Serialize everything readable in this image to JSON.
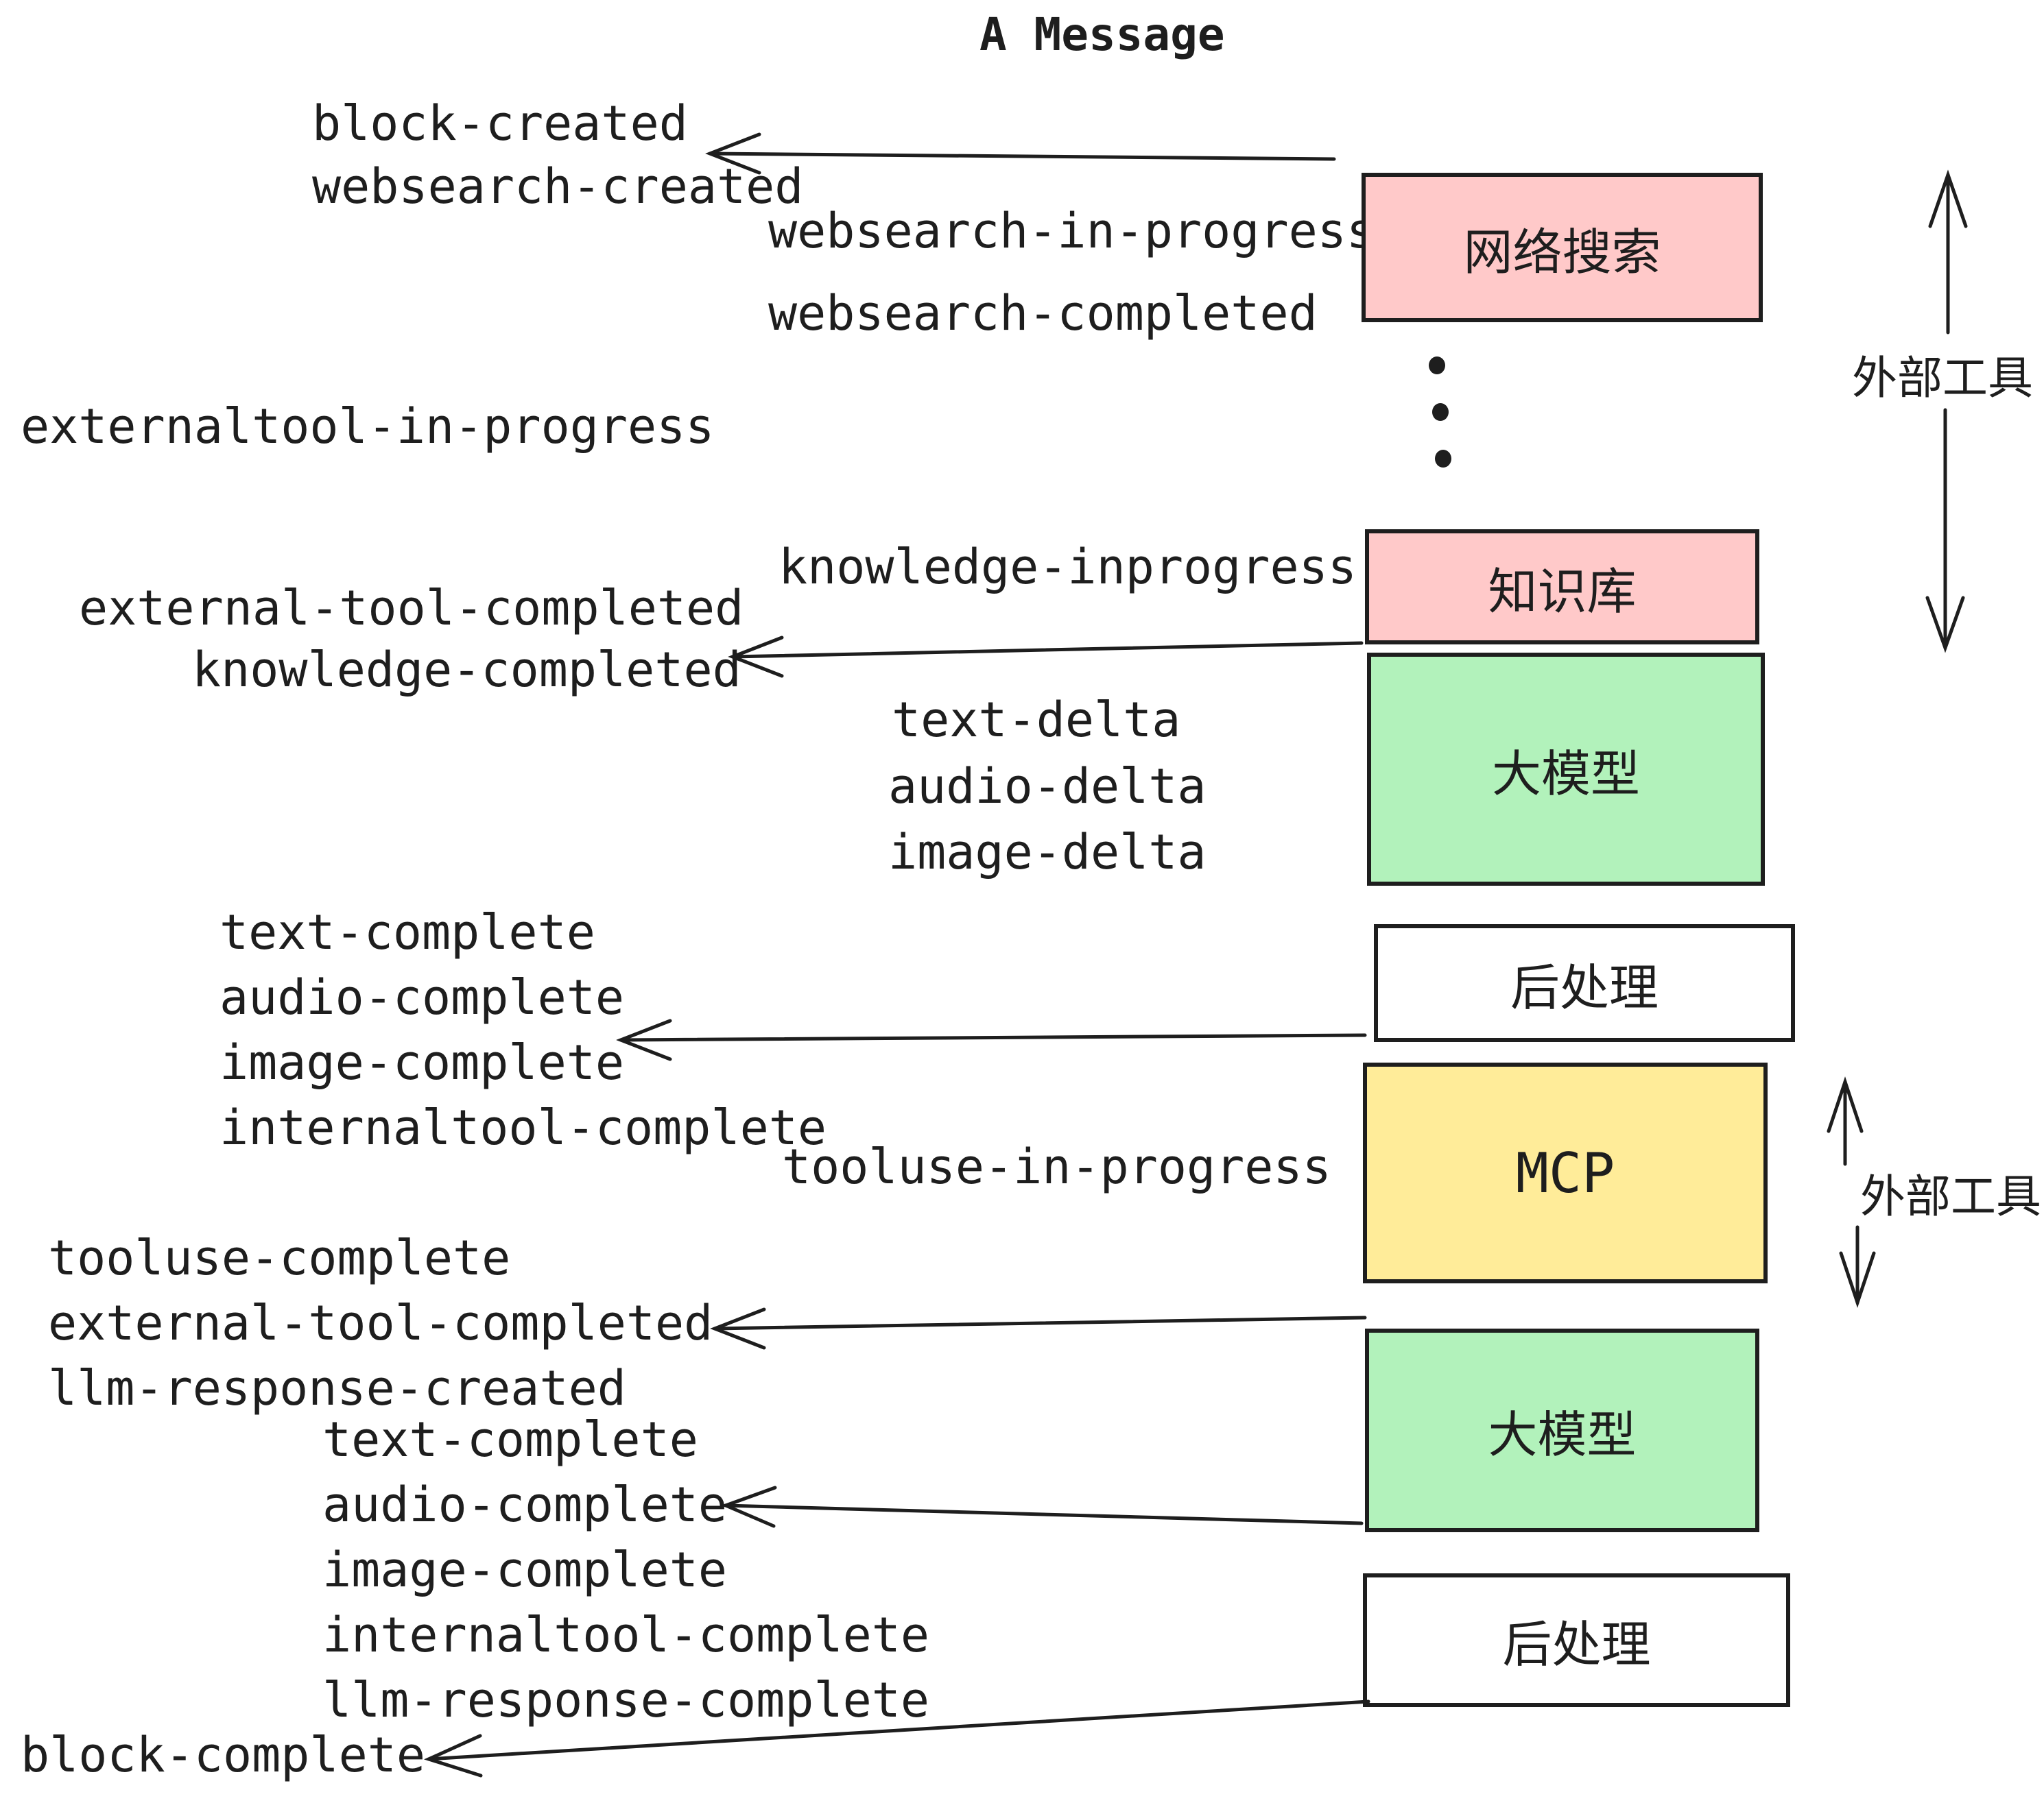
{
  "title": "A Message",
  "palette": {
    "pink": "#ffc9c9",
    "green": "#b2f2bb",
    "yellow": "#ffec99",
    "white": "#ffffff",
    "stroke": "#1e1e1e"
  },
  "boxes": {
    "websearch": "网络搜索",
    "knowledge": "知识库",
    "llm_top": "大模型",
    "postprocess_top": "后处理",
    "mcp": "MCP",
    "llm_bottom": "大模型",
    "postprocess_bottom": "后处理"
  },
  "side_annotations": {
    "external_tools_top": "外部工具",
    "external_tools_mcp": "外部工具"
  },
  "events": {
    "block_created": "block-created",
    "websearch_created": "websearch-created",
    "websearch_in_progress": "websearch-in-progress",
    "websearch_completed": "websearch-completed",
    "externaltool_in_progress": "externaltool-in-progress",
    "knowledge_inprogress": "knowledge-inprogress",
    "external_tool_completed_1": "external-tool-completed",
    "knowledge_completed": "knowledge-completed",
    "text_delta_1": "text-delta",
    "audio_delta_1": "audio-delta",
    "image_delta_1": "image-delta",
    "text_complete_1": "text-complete",
    "audio_complete_1": "audio-complete",
    "image_complete_1": "image-complete",
    "internaltool_complete_1": "internaltool-complete",
    "tooluse_in_progress": "tooluse-in-progress",
    "tooluse_complete": "tooluse-complete",
    "external_tool_completed_2": "external-tool-completed",
    "llm_response_created": "llm-response-created",
    "text_complete_2": "text-complete",
    "audio_complete_2": "audio-complete",
    "image_complete_2": "image-complete",
    "internaltool_complete_2": "internaltool-complete",
    "llm_response_complete": "llm-response-complete",
    "block_complete": "block-complete"
  }
}
